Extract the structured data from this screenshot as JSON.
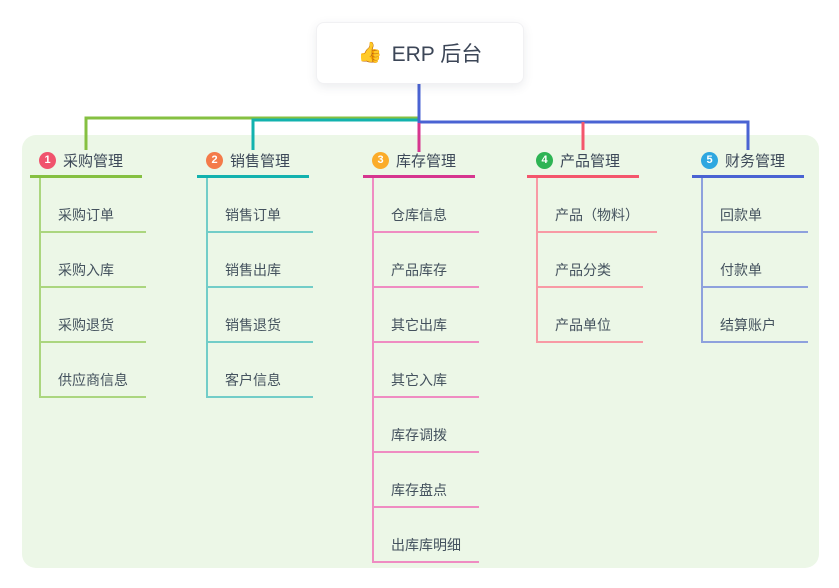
{
  "root": {
    "icon": "👍",
    "label": "ERP 后台"
  },
  "colors": {
    "panel_background": "#ecf7e7",
    "stem": "#4a63d3",
    "root_text": "#3c4657",
    "branch_text": "#3c4858",
    "item_text": "#44525e"
  },
  "branches": [
    {
      "num": "1",
      "label": "采购管理",
      "colors": {
        "badge": "#f0536d",
        "line": "#85c041",
        "soft": "#abd67f"
      },
      "items": [
        "采购订单",
        "采购入库",
        "采购退货",
        "供应商信息"
      ]
    },
    {
      "num": "2",
      "label": "销售管理",
      "colors": {
        "badge": "#f47b4a",
        "line": "#12b2ae",
        "soft": "#72cdc8"
      },
      "items": [
        "销售订单",
        "销售出库",
        "销售退货",
        "客户信息"
      ]
    },
    {
      "num": "3",
      "label": "库存管理",
      "colors": {
        "badge": "#fbac29",
        "line": "#d6368f",
        "soft": "#ef8cc2"
      },
      "items": [
        "仓库信息",
        "产品库存",
        "其它出库",
        "其它入库",
        "库存调拨",
        "库存盘点",
        "出库库明细"
      ]
    },
    {
      "num": "4",
      "label": "产品管理",
      "colors": {
        "badge": "#2eb454",
        "line": "#f4566c",
        "soft": "#f89aa5"
      },
      "items": [
        "产品（物料）",
        "产品分类",
        "产品单位"
      ]
    },
    {
      "num": "5",
      "label": "财务管理",
      "colors": {
        "badge": "#2ea7e0",
        "line": "#4a63d3",
        "soft": "#8ea1dd"
      },
      "items": [
        "回款单",
        "付款单",
        "结算账户"
      ]
    }
  ]
}
